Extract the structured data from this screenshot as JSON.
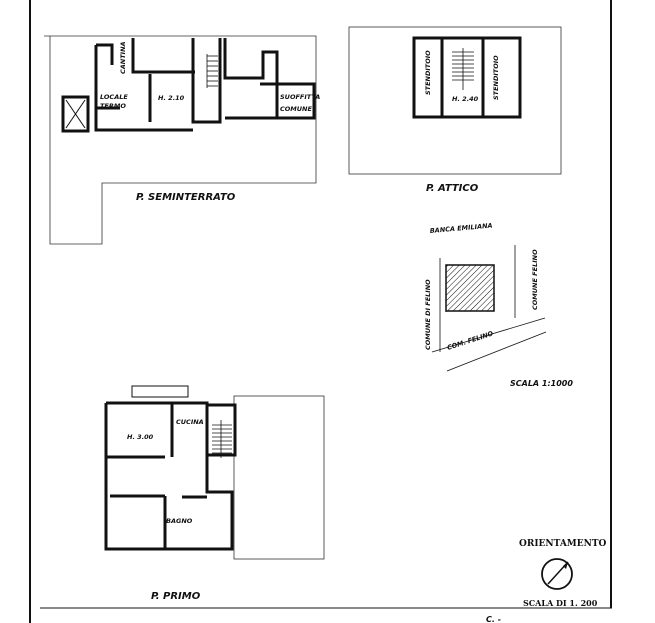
{
  "plans": {
    "seminterrato": {
      "title": "P. SEMINTERRATO",
      "rooms": {
        "cantina": "CANTINA",
        "locale_l1": "LOCALE",
        "locale_l2": "TERMO",
        "height": "H. 2.10",
        "soffitta_l1": "SUOFFITTA",
        "soffitta_l2": "COMUNE"
      }
    },
    "attico": {
      "title": "P. ATTICO",
      "rooms": {
        "stenditoio_left": "STENDITOIO",
        "stenditoio_right": "STENDITOIO",
        "height": "H. 2.40"
      }
    },
    "primo": {
      "title": "P. PRIMO",
      "rooms": {
        "height": "H. 3.00",
        "cucina": "CUCINA",
        "bagno": "BAGNO"
      }
    }
  },
  "site_map": {
    "banca": "BANCA EMILIANA",
    "comune_left": "COMUNE DI FELINO",
    "comune_right": "COMUNE FELINO",
    "road": "COM. FELINO",
    "scale": "SCALA 1:1000"
  },
  "orientation": {
    "title": "ORIENTAMENTO",
    "scale": "SCALA DI 1. 200"
  },
  "footer_mark": "C. -"
}
